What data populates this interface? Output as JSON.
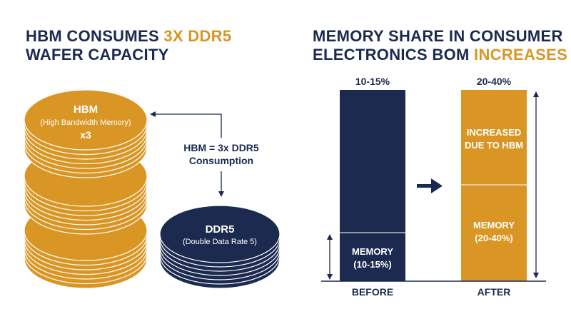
{
  "left": {
    "title_line1_a": "HBM CONSUMES ",
    "title_line1_b": "3X DDR5",
    "title_line2": "WAFER CAPACITY",
    "hbm_label": "HBM",
    "hbm_sub": "(High Bandwidth Memory)",
    "hbm_mult": "x3",
    "relation_line1": "HBM = 3x DDR5",
    "relation_line2": "Consumption",
    "ddr5_label": "DDR5",
    "ddr5_sub": "(Double Data Rate 5)"
  },
  "right": {
    "title_line1": "MEMORY SHARE IN CONSUMER",
    "title_line2_a": "ELECTRONICS BOM ",
    "title_line2_b": "INCREASES",
    "before": {
      "top_label": "10-15%",
      "memory_line1": "MEMORY",
      "memory_line2": "(10-15%)",
      "axis_label": "BEFORE"
    },
    "after": {
      "top_label": "20-40%",
      "increase_line1": "INCREASED",
      "increase_line2": "DUE TO HBM",
      "memory_line1": "MEMORY",
      "memory_line2": "(20-40%)",
      "axis_label": "AFTER"
    }
  },
  "colors": {
    "navy": "#1b2a4e",
    "gold": "#d99624",
    "gold_dark": "#b37815",
    "white": "#ffffff"
  },
  "icons": {
    "arrow": "right-arrow-icon",
    "height_marker": "double-headed-arrow-icon"
  }
}
